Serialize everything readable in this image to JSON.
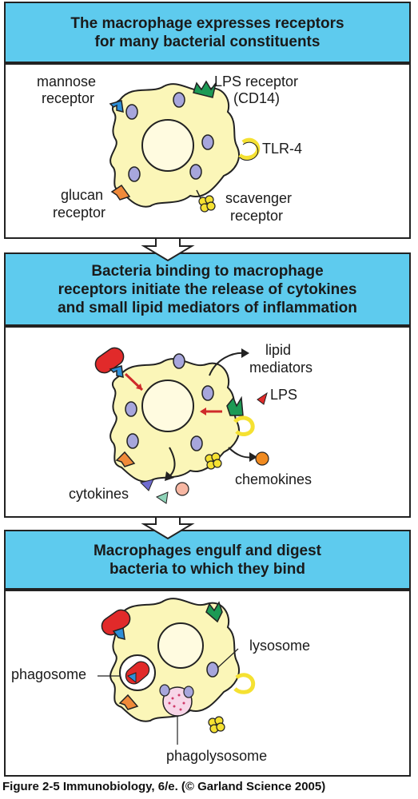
{
  "panel1": {
    "title_line1": "The macrophage expresses receptors",
    "title_line2": "for many bacterial constituents",
    "labels": {
      "mannose_1": "mannose",
      "mannose_2": "receptor",
      "lps_1": "LPS  receptor",
      "lps_2": "(CD14)",
      "tlr4": "TLR-4",
      "glucan_1": "glucan",
      "glucan_2": "receptor",
      "scav_1": "scavenger",
      "scav_2": "receptor"
    }
  },
  "panel2": {
    "title_line1": "Bacteria binding to macrophage",
    "title_line2": "receptors initiate the release of cytokines",
    "title_line3": "and small lipid mediators of inflammation",
    "labels": {
      "lipid_1": "lipid",
      "lipid_2": "mediators",
      "lps": "LPS",
      "chemokines": "chemokines",
      "cytokines": "cytokines"
    }
  },
  "panel3": {
    "title_line1": "Macrophages engulf and digest",
    "title_line2": "bacteria to which they bind",
    "labels": {
      "lysosome": "lysosome",
      "phagosome": "phagosome",
      "phagolysosome": "phagolysosome"
    }
  },
  "caption": "Figure 2-5  Immunobiology, 6/e. (© Garland Science 2005)",
  "colors": {
    "header": "#5ecbee",
    "cell": "#fbf6b8",
    "nucleus": "#fffbe0",
    "granule": "#a7a6dc",
    "mannose": "#2e8fd8",
    "lps_receptor": "#1c9a55",
    "glucan": "#f08a3a",
    "scavenger": "#f5e132",
    "bacterium": "#e12a2a",
    "arrow_red": "#cf2a2a",
    "chemokine": "#f08a20"
  }
}
